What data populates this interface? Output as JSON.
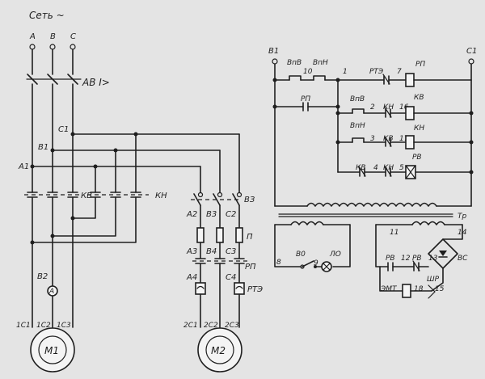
{
  "power": {
    "title": "Сеть ~",
    "phase_a": "А",
    "phase_b": "В",
    "phase_c": "С",
    "breaker": "АВ I>",
    "bus_c1": "С1",
    "bus_b1": "В1",
    "bus_a1": "А1",
    "kv": "КВ",
    "kn": "КН",
    "b2": "В2",
    "ammeter": "А",
    "m1_1": "1С1",
    "m1_2": "1С2",
    "m1_3": "1С3",
    "motor1": "М1",
    "vz": "ВЗ",
    "a2": "А2",
    "b3": "В3",
    "c2": "С2",
    "a3": "А3",
    "b4": "В4",
    "c3": "С3",
    "fuse": "П",
    "rp": "РП",
    "rte": "РТЭ",
    "a4": "А4",
    "c4": "С4",
    "m2_1": "2С1",
    "m2_2": "2С2",
    "m2_3": "2С3",
    "motor2": "М2"
  },
  "control": {
    "v1": "В1",
    "c1": "С1",
    "vpv": "ВпВ",
    "vpn": "ВпН",
    "n10": "10",
    "n1": "1",
    "rte": "РТЭ",
    "n7": "7",
    "rp_coil": "РП",
    "rp_contact": "РП",
    "vpv2": "ВпВ",
    "n2": "2",
    "kn": "КН",
    "n16": "16",
    "kv_coil": "КВ",
    "vpn2": "ВпН",
    "n3": "3",
    "kv": "КВ",
    "n17": "17",
    "kn_coil": "КН",
    "kv2": "КВ",
    "n4": "4",
    "kn2": "КН",
    "n5": "5",
    "rv_coil": "РВ"
  },
  "lighting": {
    "n8": "8",
    "v0": "В0",
    "n9": "9",
    "lamp": "ЛО"
  },
  "brake": {
    "n11": "11",
    "tr": "Тр",
    "n14": "14",
    "rv": "РВ",
    "n12": "12",
    "rv2": "РВ",
    "n13": "13",
    "vs": "ВС",
    "emt": "ЭМТ",
    "n18": "18",
    "shr": "ШР",
    "n15": "15"
  }
}
